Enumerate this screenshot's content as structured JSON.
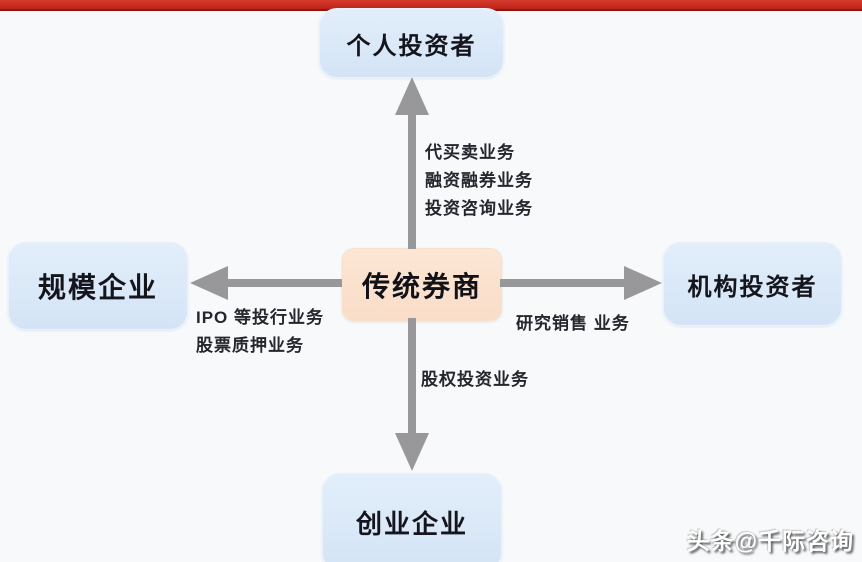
{
  "diagram": {
    "center": {
      "label": "传统券商"
    },
    "nodes": {
      "top": {
        "label": "个人投资者"
      },
      "right": {
        "label": "机构投资者"
      },
      "bottom": {
        "label": "创业企业"
      },
      "left": {
        "label": "规模企业"
      }
    },
    "edges": {
      "top": {
        "labels": [
          "代买卖业务",
          "融资融券业务",
          "投资咨询业务"
        ]
      },
      "right": {
        "label": "研究销售 业务"
      },
      "bottom": {
        "label": "股权投资业务"
      },
      "left": {
        "labels": [
          "IPO 等投行业务",
          "股票质押业务"
        ]
      }
    }
  },
  "watermark": {
    "text": "头条@千际咨询"
  },
  "colors": {
    "top_bar": "#c9281e",
    "node_fill": "#d9e7f7",
    "center_fill": "#fbe2cf",
    "arrow": "#98989b",
    "background": "#f7f9fb"
  }
}
